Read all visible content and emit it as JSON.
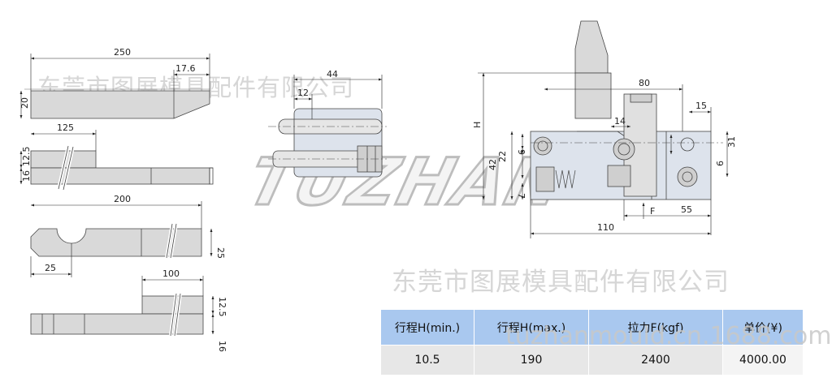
{
  "watermark": {
    "cn_top": "东莞市图展模具配件有限公司",
    "cn_bottom": "东莞市图展模具配件有限公司",
    "brand": "TUZHAN",
    "url": "tuzhanmould.cn.1688.com"
  },
  "dims": {
    "d250": "250",
    "d17_6": "17.6",
    "d20": "20",
    "d125": "125",
    "d12_5a": "12.5",
    "d16a": "16",
    "d200": "200",
    "d25a": "25",
    "d25b": "25",
    "d100": "100",
    "d12_5b": "12.5",
    "d16b": "16",
    "d44": "44",
    "d12": "12",
    "d80": "80",
    "d15": "15",
    "d14": "14",
    "dH": "H",
    "d9a": "9",
    "d22": "22",
    "d42": "42",
    "d7": "7",
    "dF": "F",
    "d55": "55",
    "d110": "110",
    "d9b": "9",
    "d31": "31"
  },
  "table": {
    "headers": [
      "行程H(min.)",
      "行程H(max.)",
      "拉力F(kgf)",
      "单价(¥)"
    ],
    "rows": [
      [
        "10.5",
        "190",
        "2400",
        "4000.00"
      ]
    ]
  }
}
